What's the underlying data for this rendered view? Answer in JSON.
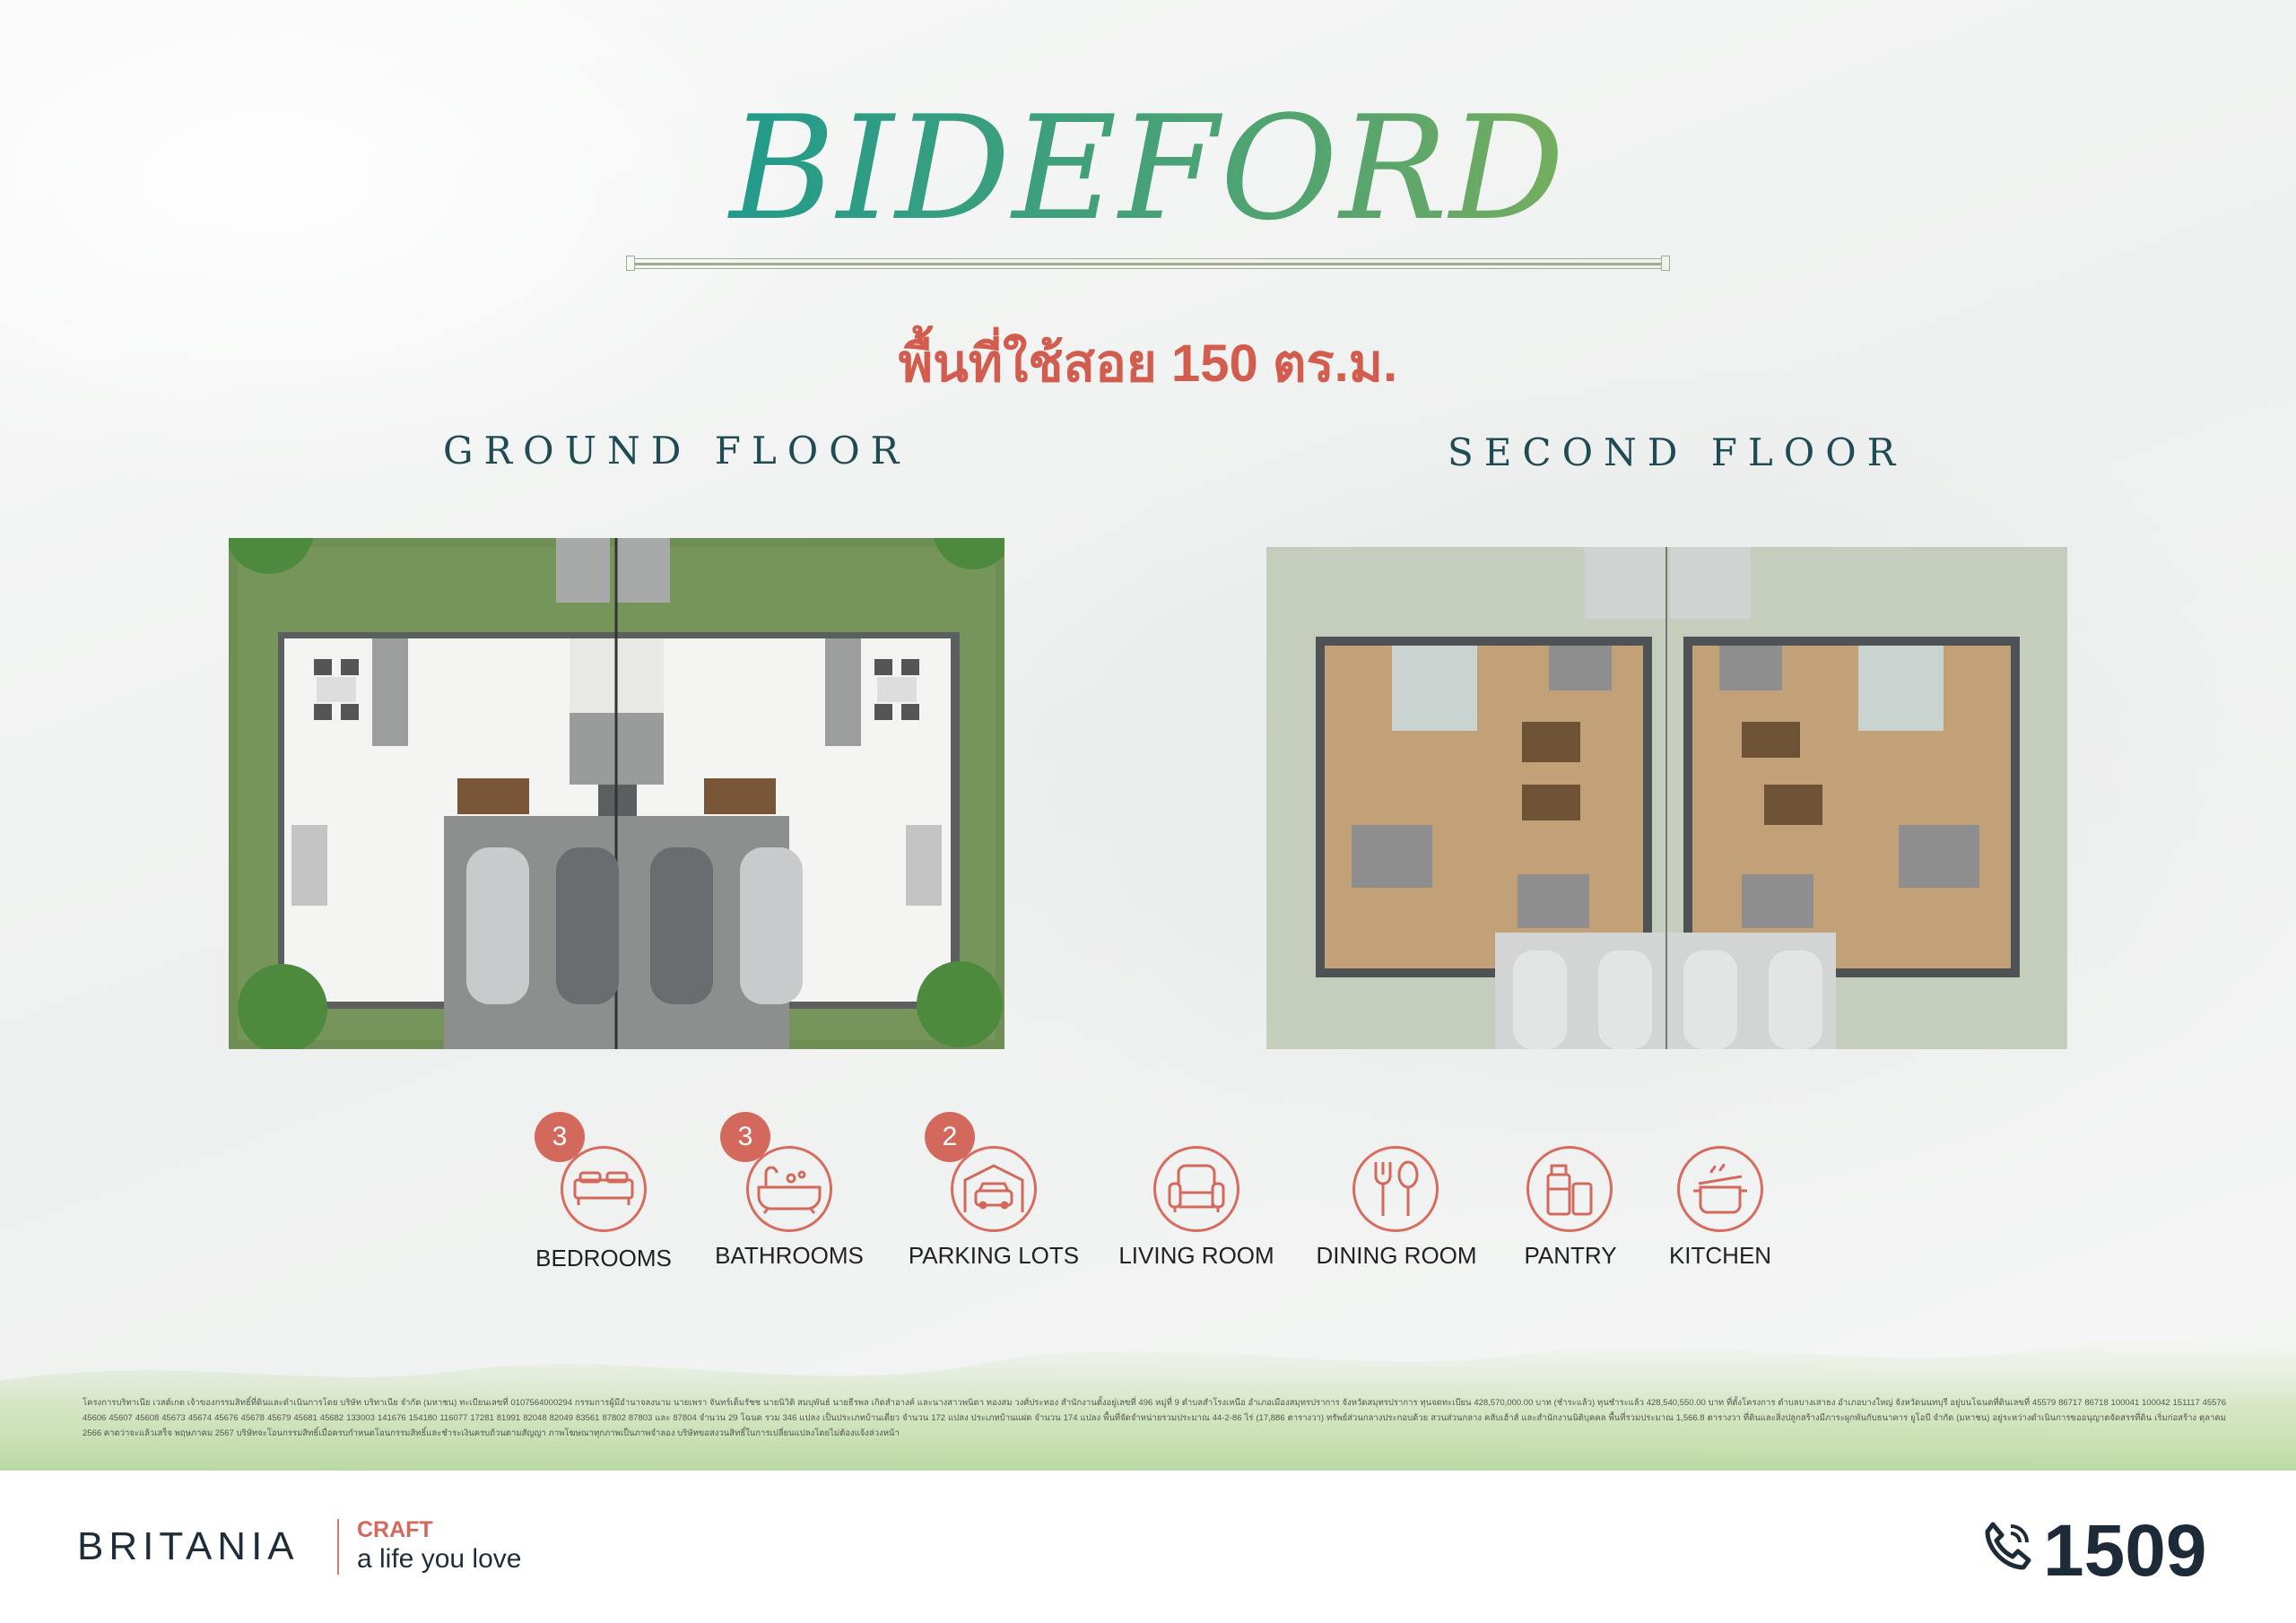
{
  "header": {
    "title": "BIDEFORD",
    "area_text": "พื้นที่ใช้สอย 150 ตร.ม."
  },
  "floors": {
    "ground": {
      "label": "GROUND FLOOR"
    },
    "second": {
      "label": "SECOND FLOOR"
    }
  },
  "amenities": [
    {
      "label": "BEDROOMS",
      "count": "3",
      "icon": "bed-icon"
    },
    {
      "label": "BATHROOMS",
      "count": "3",
      "icon": "bathtub-icon"
    },
    {
      "label": "PARKING LOTS",
      "count": "2",
      "icon": "garage-car-icon"
    },
    {
      "label": "LIVING ROOM",
      "count": "",
      "icon": "armchair-icon"
    },
    {
      "label": "DINING ROOM",
      "count": "",
      "icon": "fork-spoon-icon"
    },
    {
      "label": "PANTRY",
      "count": "",
      "icon": "pantry-jars-icon"
    },
    {
      "label": "KITCHEN",
      "count": "",
      "icon": "cooking-pot-icon"
    }
  ],
  "legal_text": "โครงการบริทาเนีย เวสต์เกต เจ้าของกรรมสิทธิ์ที่ดินและดำเนินการโดย บริษัท บริทาเนีย จำกัด (มหาชน) ทะเบียนเลขที่ 0107564000294 กรรมการผู้มีอำนาจลงนาม นายเพรา จันทร์เต็มรัชช นายนิวิติ สมบุพันธ์ นายธีรพล เกิดสำอางค์ และนางสาวพนิดา ทองสม วงศ์ประทอง สำนักงานตั้งอยู่เลขที่ 496 หมู่ที่ 9 ตำบลสำโรงเหนือ อำเภอเมืองสมุทรปราการ จังหวัดสมุทรปราการ ทุนจดทะเบียน 428,570,000.00 บาท (ชำระแล้ว) ทุนชำระแล้ว 428,540,550.00 บาท ที่ตั้งโครงการ ตำบลบางเสาธง อำเภอบางใหญ่ จังหวัดนนทบุรี อยู่บนโฉนดที่ดินเลขที่ 45579 86717 86718 100041 100042 151117 45576 45606 45607 45608 45673 45674 45676 45678 45679 45681 45682 133003 141676 154180 116077 17281 81991 82048 82049 83561 87802 87803 และ 87804 จำนวน 29 โฉนด รวม 346 แปลง เป็นประเภทบ้านเดี่ยว จำนวน 172 แปลง ประเภทบ้านแฝด จำนวน 174 แปลง พื้นที่จัดจำหน่ายรวมประมาณ 44-2-86 ไร่ (17,886 ตารางวา) ทรัพย์ส่วนกลางประกอบด้วย สวนส่วนกลาง คลับเฮ้าส์ และสำนักงานนิติบุคคล พื้นที่รวมประมาณ 1,566.8 ตารางวา ที่ดินและสิ่งปลูกสร้างมีภาระผูกพันกับธนาคาร ยูโอบี จำกัด (มหาชน) อยู่ระหว่างดำเนินการขออนุญาตจัดสรรที่ดิน เริ่มก่อสร้าง ตุลาคม 2566 คาดว่าจะแล้วเสร็จ พฤษภาคม 2567 บริษัทจะโอนกรรมสิทธิ์เมื่อครบกำหนดโอนกรรมสิทธิ์และชำระเงินครบถ้วนตามสัญญา ภาพโฆษณาทุกภาพเป็นภาพจำลอง บริษัทขอสงวนสิทธิ์ในการเปลี่ยนแปลงโดยไม่ต้องแจ้งล่วงหน้า",
  "footer": {
    "brand": "BRITANIA",
    "craft": "CRAFT",
    "tagline": "a life you love",
    "hotline": "1509"
  },
  "colors": {
    "accent_coral": "#d2695c",
    "title_teal": "#1f9a8e",
    "title_green": "#9fbb4a",
    "floor_label": "#1f4c54"
  }
}
